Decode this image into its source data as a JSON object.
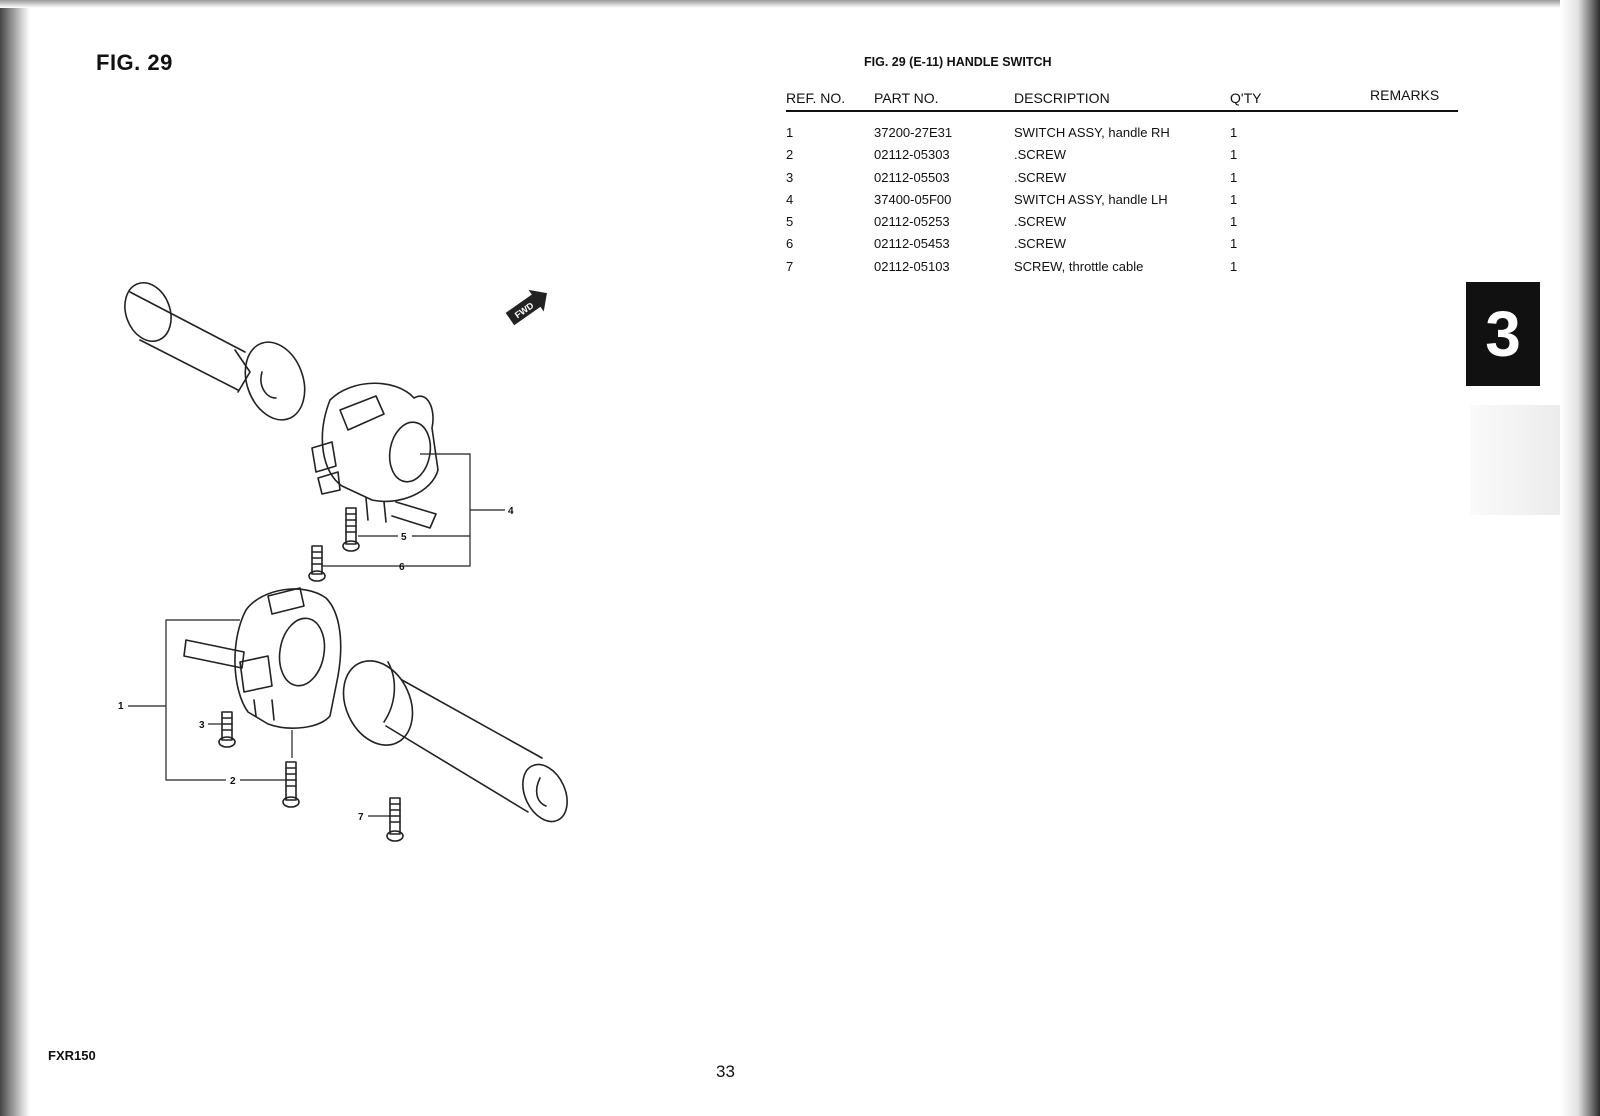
{
  "figure": {
    "heading": "FIG. 29"
  },
  "table": {
    "title": "FIG. 29 (E-11)  HANDLE SWITCH",
    "headers": {
      "ref_no": "REF. NO.",
      "part_no": "PART NO.",
      "description": "DESCRIPTION",
      "qty": "Q'TY",
      "remarks": "REMARKS"
    },
    "rows": [
      {
        "ref": "1",
        "part_no": "37200-27E31",
        "description": "SWITCH ASSY, handle RH",
        "qty": "1"
      },
      {
        "ref": "2",
        "part_no": "02112-05303",
        "description": ".SCREW",
        "qty": "1"
      },
      {
        "ref": "3",
        "part_no": "02112-05503",
        "description": ".SCREW",
        "qty": "1"
      },
      {
        "ref": "4",
        "part_no": "37400-05F00",
        "description": "SWITCH ASSY, handle LH",
        "qty": "1"
      },
      {
        "ref": "5",
        "part_no": "02112-05253",
        "description": ".SCREW",
        "qty": "1"
      },
      {
        "ref": "6",
        "part_no": "02112-05453",
        "description": ".SCREW",
        "qty": "1"
      },
      {
        "ref": "7",
        "part_no": "02112-05103",
        "description": "SCREW, throttle cable",
        "qty": "1"
      }
    ]
  },
  "diagram": {
    "fwd_label": "FWD",
    "callouts": [
      "1",
      "2",
      "3",
      "4",
      "5",
      "6",
      "7"
    ]
  },
  "section_tab": "3",
  "footer": {
    "model": "FXR150",
    "page_number": "33"
  }
}
